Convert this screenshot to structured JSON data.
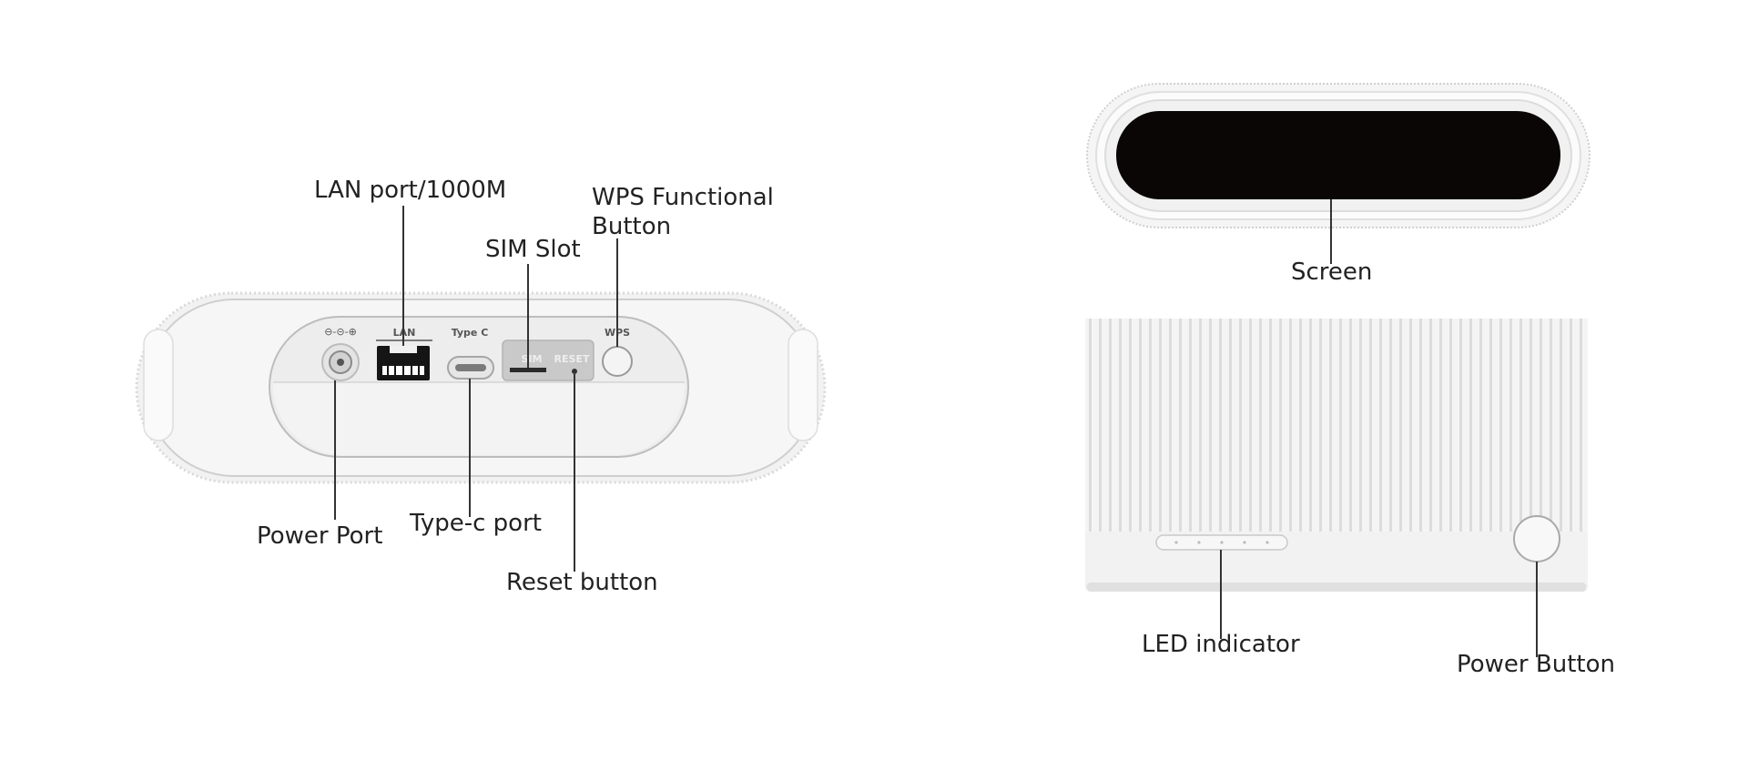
{
  "rear_panel": {
    "port_labels": {
      "dc_symbol": "⊖-⊝-⊕",
      "lan": "LAN",
      "type_c": "Type C",
      "sim": "SIM",
      "reset": "RESET",
      "wps": "WPS"
    },
    "callouts": {
      "lan_port": "LAN port/1000M",
      "wps_button": "WPS Functional\nButton",
      "sim_slot": "SIM Slot",
      "power_port": "Power Port",
      "type_c_port": "Type-c port",
      "reset_button": "Reset button"
    }
  },
  "top_view": {
    "callouts": {
      "screen": "Screen"
    }
  },
  "front_view": {
    "callouts": {
      "led_indicator": "LED indicator",
      "power_button": "Power Button"
    }
  },
  "colors": {
    "device_body": "#f2f2f2",
    "device_outline": "#d6d6d6",
    "screen": "#0b0606",
    "leader_line": "#333333",
    "text": "#222222"
  }
}
